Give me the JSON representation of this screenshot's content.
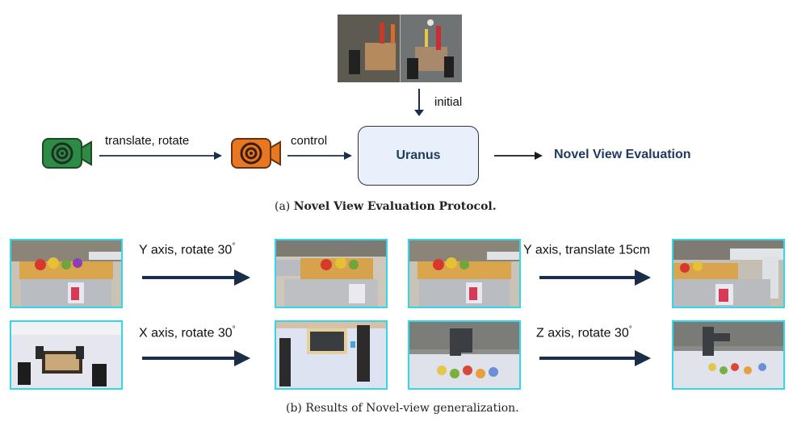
{
  "protocol": {
    "initial_label": "initial",
    "camera1_to_camera2_label": "translate, rotate",
    "control_label": "control",
    "model_box_label": "Uranus",
    "output_label": "Novel View Evaluation",
    "caption_prefix": "(a)",
    "caption_text": "Novel View Evaluation Protocol."
  },
  "generalization": {
    "rows": [
      [
        {
          "label": "Y axis, rotate 30",
          "degree_mark": "°"
        },
        {
          "label": "Y axis, translate 15cm",
          "degree_mark": ""
        }
      ],
      [
        {
          "label": "X axis, rotate 30",
          "degree_mark": "°"
        },
        {
          "label": "Z axis, rotate 30",
          "degree_mark": "°"
        }
      ]
    ],
    "caption_text": "(b) Results of Novel-view generalization."
  },
  "colors": {
    "camera_source": "#2e8b45",
    "camera_target": "#e87722",
    "arrow": "#1a2e4a",
    "frame": "#34d7e6",
    "box_fill": "#e8f0fb"
  },
  "icons": [
    "video-camera-icon-green",
    "video-camera-icon-orange"
  ]
}
